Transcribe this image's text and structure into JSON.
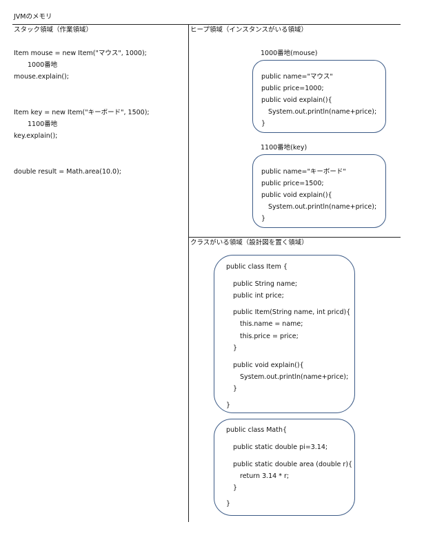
{
  "title": "JVMのメモリ",
  "stack": {
    "header": "スタック領域（作業領域）",
    "line1": "Item mouse = new Item(\"マウス\", 1000);",
    "line2": "1000番地",
    "line3": "mouse.explain();",
    "line4": "Item key = new Item(\"キーボード\", 1500);",
    "line5": "1100番地",
    "line6": "key.explain();",
    "line7": "double result = Math.area(10.0);"
  },
  "heap": {
    "header": "ヒープ領域（インスタンスがいる領域）",
    "obj1": {
      "label": "1000番地(mouse)",
      "lines": [
        "public name=\"マウス\"",
        "public price=1000;",
        "public void explain(){",
        "System.out.println(name+price);",
        "}"
      ]
    },
    "obj2": {
      "label": "1100番地(key)",
      "lines": [
        "public name=\"キーボード\"",
        "public price=1500;",
        "public void explain(){",
        "System.out.println(name+price);",
        "}"
      ]
    }
  },
  "classArea": {
    "header": "クラスがいる領域（設計図を置く領域）",
    "item": {
      "lines": [
        "public class Item {",
        "public String name;",
        "public int price;",
        "public Item(String name, int pricd){",
        "this.name = name;",
        "this.price = price;",
        "}",
        "public void explain(){",
        "System.out.println(name+price);",
        "}",
        "}"
      ]
    },
    "math": {
      "lines": [
        "public class Math{",
        "public static double pi=3.14;",
        "public static double area (double r){",
        "return 3.14 * r;",
        "}",
        "}"
      ]
    }
  }
}
